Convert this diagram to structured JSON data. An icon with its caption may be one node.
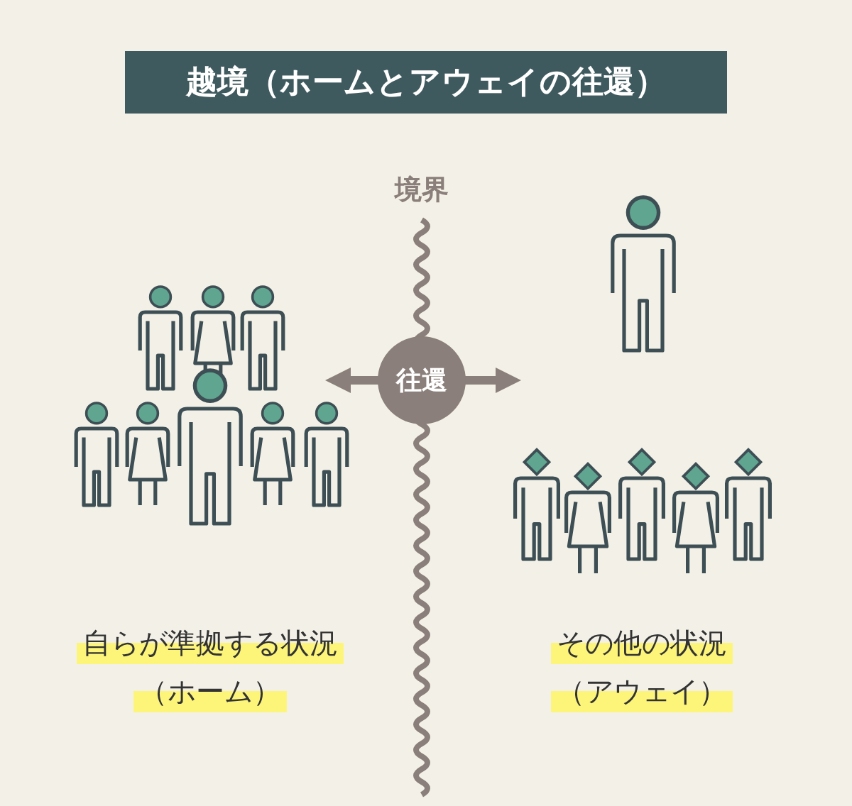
{
  "diagram": {
    "title": "越境（ホームとアウェイの往還）",
    "nodes": [
      {
        "text": [
          "往還"
        ]
      }
    ],
    "labels": [
      "境界",
      "自らが準拠する状況",
      "（ホーム）",
      "その他の状況",
      "（アウェイ）"
    ]
  }
}
